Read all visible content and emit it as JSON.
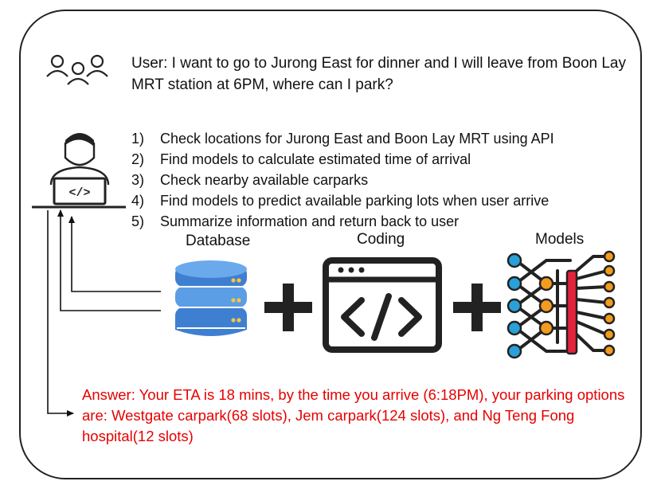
{
  "query": "User: I want to go to Jurong East for dinner and I will leave from Boon Lay MRT station at 6PM, where can I park?",
  "steps": [
    {
      "num": "1)",
      "text": "Check locations for Jurong East and Boon Lay MRT using API"
    },
    {
      "num": "2)",
      "text": "Find models to calculate estimated time of arrival"
    },
    {
      "num": "3)",
      "text": "Check nearby available carparks"
    },
    {
      "num": "4)",
      "text": "Find models to predict available parking lots when user arrive"
    },
    {
      "num": "5)",
      "text": "Summarize information and return back to user"
    }
  ],
  "labels": {
    "database": "Database",
    "coding": "Coding",
    "models": "Models"
  },
  "answer": "Answer: Your ETA is 18 mins, by the time you arrive (6:18PM), your parking options are: Westgate carpark(68 slots), Jem carpark(124 slots), and Ng Teng Fong hospital(12 slots)",
  "colors": {
    "answer": "#e60000",
    "database": "#3f7fd1",
    "database_light": "#5c9ee6",
    "models_node": "#2aa0d8",
    "models_mid": "#f39b1f",
    "models_bar": "#e5223a",
    "ink": "#222222"
  },
  "icons": [
    "users-icon",
    "developer-laptop-icon",
    "database-icon",
    "code-window-icon",
    "neural-network-icon",
    "plus-icon"
  ]
}
